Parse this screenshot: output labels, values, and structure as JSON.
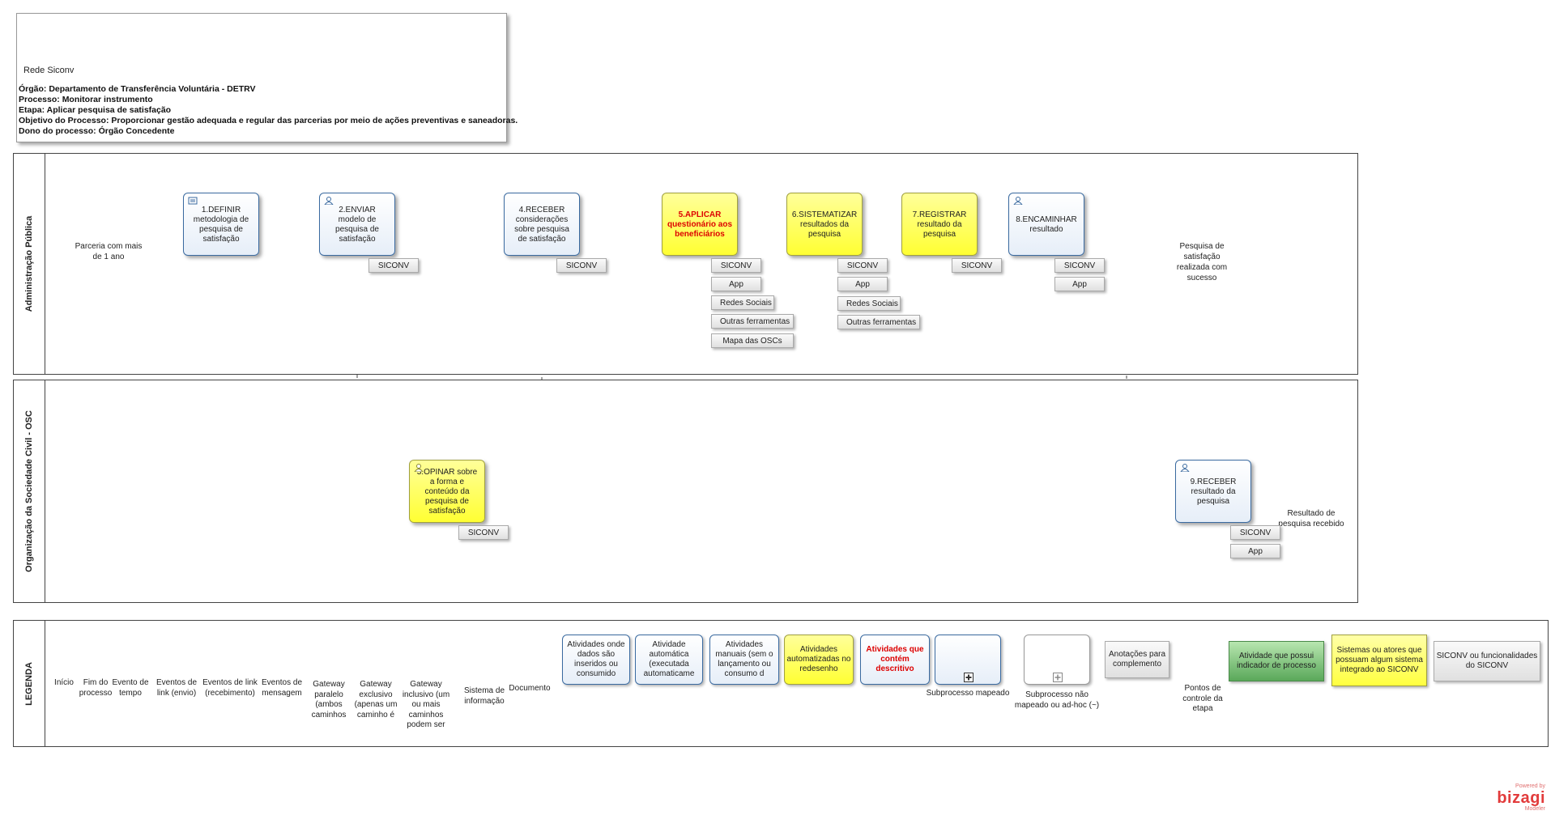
{
  "header": {
    "logo_label": "Rede Siconv",
    "lines": [
      "Órgão: Departamento de Transferência Voluntária - DETRV",
      "Processo: Monitorar instrumento",
      "Etapa: Aplicar pesquisa de satisfação",
      "Objetivo do Processo: Proporcionar gestão adequada e regular das parcerias por meio de ações preventivas e saneadoras.",
      "Dono do processo: Órgão Concedente"
    ]
  },
  "lanes": {
    "admin": "Administração Pública",
    "osc": "Organização da Sociedade Civil - OSC",
    "legend": "LEGENDA"
  },
  "events": {
    "start": "Parceria com mais de 1 ano",
    "end_admin": "Pesquisa de satisfação realizada com sucesso",
    "end_osc": "Resultado de pesquisa recebido"
  },
  "tasks": {
    "t1": "1.DEFINIR metodologia de pesquisa de satisfação",
    "t2": "2.ENVIAR modelo de pesquisa de satisfação",
    "t3": "3.OPINAR sobre a forma  e conteúdo da pesquisa de satisfação",
    "t4": "4.RECEBER considerações sobre pesquisa de satisfação",
    "t5": "5.APLICAR questionário aos beneficiários",
    "t6": "6.SISTEMATIZAR resultados da pesquisa",
    "t7": "7.REGISTRAR resultado da pesquisa",
    "t8": "8.ENCAMINHAR resultado",
    "t9": "9.RECEBER resultado da pesquisa"
  },
  "tags": {
    "siconv": "SICONV",
    "app": "App",
    "redes": "Redes Sociais",
    "outras": "Outras ferramentas",
    "mapa": "Mapa das OSCs"
  },
  "legend": {
    "inicio": "Início",
    "fim": "Fim do processo",
    "tempo": "Evento de tempo",
    "link_envio": "Eventos de link  (envio)",
    "link_receb": "Eventos de link (recebimento)",
    "mensagem": "Eventos de mensagem",
    "gw_paralelo": "Gateway paralelo (ambos caminhos",
    "gw_exclusivo": "Gateway exclusivo (apenas um caminho é",
    "gw_inclusivo": "Gateway inclusivo (um ou mais caminhos podem ser se",
    "sistema": "Sistema de informação",
    "documento": "Documento",
    "box_dados": "Atividades onde dados são inseridos ou consumido",
    "box_automatica": "Atividade automática (executada automaticame",
    "box_manuais": "Atividades manuais (sem o lançamento ou  consumo d",
    "box_automatizadas": "Atividades automatizadas no redesenho",
    "box_descritivo": "Atividades que contém descritivo",
    "sub_mapeado": "Subprocesso mapeado",
    "sub_nao": "Subprocesso não mapeado ou ad-hoc (~)",
    "anotacoes": "Anotações para complemento",
    "pontos": "Pontos de controle da etapa",
    "indicador": "Atividade que possui indicador de processo",
    "sistemas_atores": "Sistemas ou atores que possuam algum sistema integrado ao SICONV",
    "siconv_func": "SICONV ou funcionalidades do SICONV"
  },
  "bizagi": {
    "powered": "Powered by",
    "brand": "bizagi",
    "product": "Modeler"
  },
  "colors": {
    "task_border": "#3a6aa0",
    "yellow": "#ffff33",
    "red_text": "#dd0000",
    "start_green": "#9ae06a",
    "end_red": "#d02020",
    "indicator_green": "#5aa85a",
    "bizagi_red": "#e23b3b"
  }
}
